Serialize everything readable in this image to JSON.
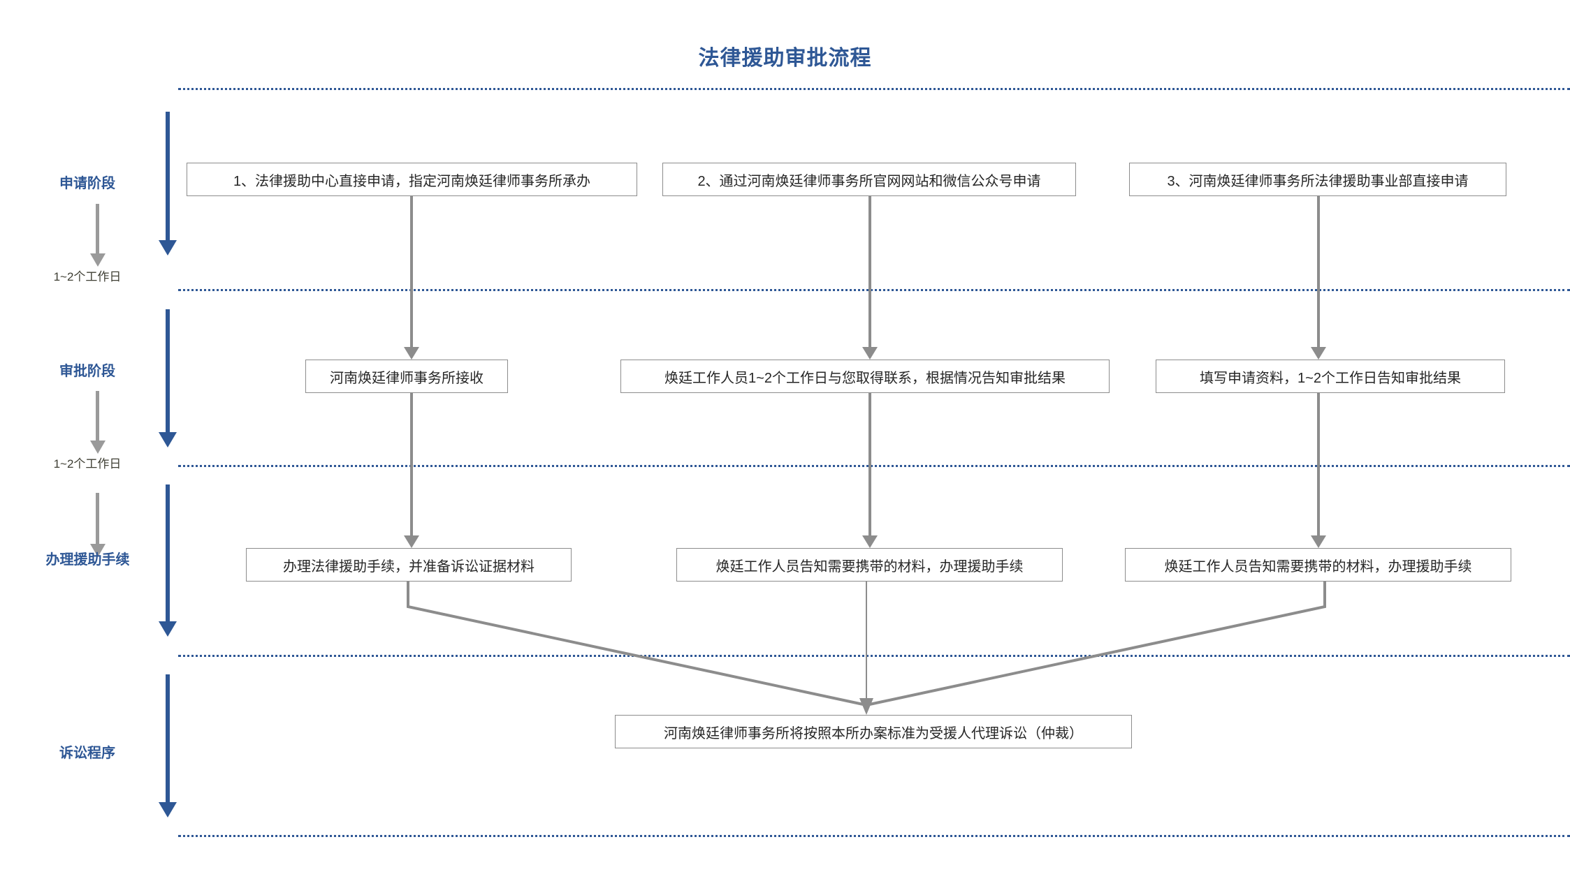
{
  "page": {
    "title": "法律援助审批流程",
    "accent_color": "#2e5795",
    "box_border_color": "#8c8c8c",
    "connector_color": "#8c8c8c",
    "text_color": "#262626"
  },
  "phases": [
    {
      "label": "申请阶段"
    },
    {
      "label": "审批阶段"
    },
    {
      "label": "办理援助手续"
    },
    {
      "label": "诉讼程序"
    }
  ],
  "durations": [
    {
      "label": "1~2个工作日"
    },
    {
      "label": "1~2个工作日"
    }
  ],
  "rows": {
    "apply": [
      {
        "text": "1、法律援助中心直接申请，指定河南焕廷律师事务所承办"
      },
      {
        "text": "2、通过河南焕廷律师事务所官网网站和微信公众号申请"
      },
      {
        "text": "3、河南焕廷律师事务所法律援助事业部直接申请"
      }
    ],
    "review": [
      {
        "text": "河南焕廷律师事务所接收"
      },
      {
        "text": "焕廷工作人员1~2个工作日与您取得联系，根据情况告知审批结果"
      },
      {
        "text": "填写申请资料，1~2个工作日告知审批结果"
      }
    ],
    "procedure": [
      {
        "text": "办理法律援助手续，并准备诉讼证据材料"
      },
      {
        "text": "焕廷工作人员告知需要携带的材料，办理援助手续"
      },
      {
        "text": "焕廷工作人员告知需要携带的材料，办理援助手续"
      }
    ],
    "litigation": [
      {
        "text": "河南焕廷律师事务所将按照本所办案标准为受援人代理诉讼（仲裁）"
      }
    ]
  }
}
